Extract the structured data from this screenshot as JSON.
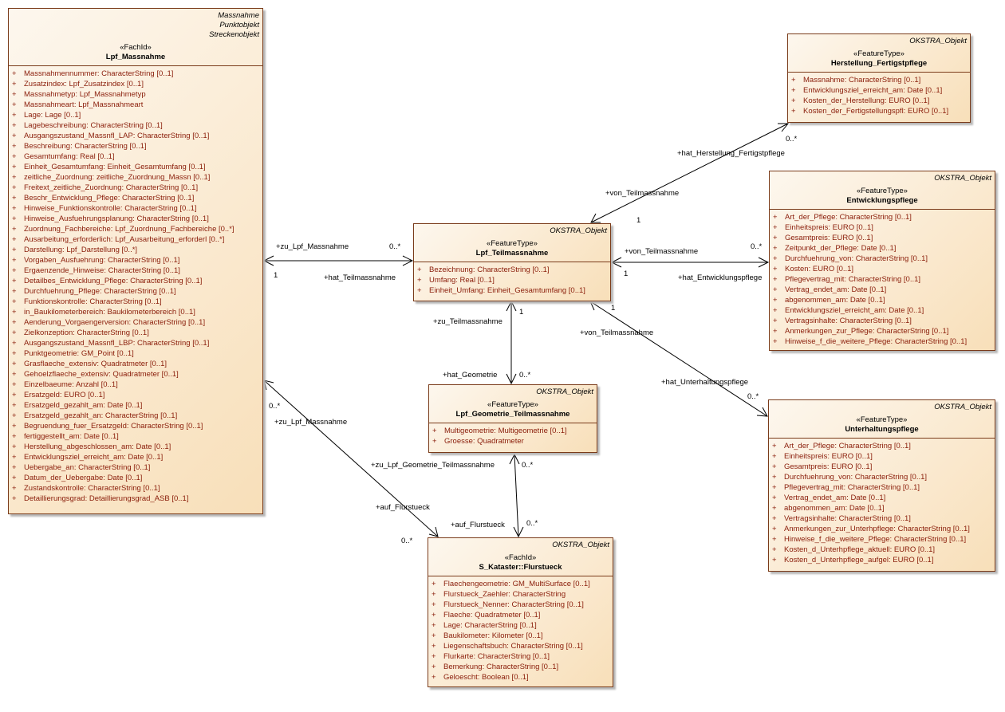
{
  "classes": {
    "massnahme": {
      "top_labels": [
        "Massnahme",
        "Punktobjekt",
        "Streckenobjekt"
      ],
      "stereotype": "«FachId»",
      "name": "Lpf_Massnahme",
      "attributes": [
        "Massnahmennummer: CharacterString [0..1]",
        "Zusatzindex: Lpf_Zusatzindex [0..1]",
        "Massnahmetyp: Lpf_Massnahmetyp",
        "Massnahmeart: Lpf_Massnahmeart",
        "Lage: Lage [0..1]",
        "Lagebeschreibung: CharacterString [0..1]",
        "Ausgangszustand_Massnfl_LAP: CharacterString [0..1]",
        "Beschreibung: CharacterString [0..1]",
        "Gesamtumfang: Real [0..1]",
        "Einheit_Gesamtumfang: Einheit_Gesamtumfang [0..1]",
        "zeitliche_Zuordnung: zeitliche_Zuordnung_Massn [0..1]",
        "Freitext_zeitliche_Zuordnung: CharacterString [0..1]",
        "Beschr_Entwicklung_Pflege: CharacterString [0..1]",
        "Hinweise_Funktionskontrolle: CharacterString [0..1]",
        "Hinweise_Ausfuehrungsplanung: CharacterString [0..1]",
        "Zuordnung_Fachbereiche: Lpf_Zuordnung_Fachbereiche [0..*]",
        "Ausarbeitung_erforderlich: Lpf_Ausarbeitung_erforderl [0..*]",
        "Darstellung: Lpf_Darstellung [0..*]",
        "Vorgaben_Ausfuehrung: CharacterString [0..1]",
        "Ergaenzende_Hinweise: CharacterString [0..1]",
        "Detailbes_Entwicklung_Pflege: CharacterString [0..1]",
        "Durchfuehrung_Pflege: CharacterString [0..1]",
        "Funktionskontrolle: CharacterString [0..1]",
        "in_Baukilometerbereich: Baukilometerbereich [0..1]",
        "Aenderung_Vorgaengerversion: CharacterString [0..1]",
        "Zielkonzeption: CharacterString [0..1]",
        "Ausgangszustand_Massnfl_LBP: CharacterString [0..1]",
        "Punktgeometrie: GM_Point [0..1]",
        "Grasflaeche_extensiv: Quadratmeter [0..1]",
        "Gehoelzflaeche_extensiv: Quadratmeter [0..1]",
        "Einzelbaeume: Anzahl [0..1]",
        "Ersatzgeld: EURO [0..1]",
        "Ersatzgeld_gezahlt_am: Date [0..1]",
        "Ersatzgeld_gezahlt_an: CharacterString [0..1]",
        "Begruendung_fuer_Ersatzgeld: CharacterString [0..1]",
        "fertiggestellt_am: Date [0..1]",
        "Herstellung_abgeschlossen_am: Date [0..1]",
        "Entwicklungsziel_erreicht_am: Date [0..1]",
        "Uebergabe_an: CharacterString [0..1]",
        "Datum_der_Uebergabe: Date [0..1]",
        "Zustandskontrolle: CharacterString [0..1]",
        "Detaillierungsgrad: Detaillierungsgrad_ASB [0..1]"
      ]
    },
    "teilmassnahme": {
      "top_labels": [
        "OKSTRA_Objekt"
      ],
      "stereotype": "«FeatureType»",
      "name": "Lpf_Teilmassnahme",
      "attributes": [
        "Bezeichnung: CharacterString [0..1]",
        "Umfang: Real [0..1]",
        "Einheit_Umfang: Einheit_Gesamtumfang [0..1]"
      ]
    },
    "geometrie": {
      "top_labels": [
        "OKSTRA_Objekt"
      ],
      "stereotype": "«FeatureType»",
      "name": "Lpf_Geometrie_Teilmassnahme",
      "attributes": [
        "Multigeometrie: Multigeometrie [0..1]",
        "Groesse: Quadratmeter"
      ]
    },
    "flurstueck": {
      "top_labels": [
        "OKSTRA_Objekt"
      ],
      "stereotype": "«FachId»",
      "name": "S_Kataster::Flurstueck",
      "attributes": [
        "Flaechengeometrie: GM_MultiSurface [0..1]",
        "Flurstueck_Zaehler: CharacterString",
        "Flurstueck_Nenner: CharacterString [0..1]",
        "Flaeche: Quadratmeter [0..1]",
        "Lage: CharacterString [0..1]",
        "Baukilometer: Kilometer [0..1]",
        "Liegenschaftsbuch: CharacterString [0..1]",
        "Flurkarte: CharacterString [0..1]",
        "Bemerkung: CharacterString [0..1]",
        "Geloescht: Boolean [0..1]"
      ]
    },
    "herstellung": {
      "top_labels": [
        "OKSTRA_Objekt"
      ],
      "stereotype": "«FeatureType»",
      "name": "Herstellung_Fertigstpflege",
      "attributes": [
        "Massnahme: CharacterString [0..1]",
        "Entwicklungsziel_erreicht_am: Date [0..1]",
        "Kosten_der_Herstellung: EURO [0..1]",
        "Kosten_der_Fertigstellungspfl: EURO [0..1]"
      ]
    },
    "entwicklung": {
      "top_labels": [
        "OKSTRA_Objekt"
      ],
      "stereotype": "«FeatureType»",
      "name": "Entwicklungspflege",
      "attributes": [
        "Art_der_Pflege: CharacterString [0..1]",
        "Einheitspreis: EURO [0..1]",
        "Gesamtpreis: EURO [0..1]",
        "Zeitpunkt_der_Pflege: Date [0..1]",
        "Durchfuehrung_von: CharacterString [0..1]",
        "Kosten: EURO [0..1]",
        "Pflegevertrag_mit: CharacterString [0..1]",
        "Vertrag_endet_am: Date [0..1]",
        "abgenommen_am: Date [0..1]",
        "Entwicklungsziel_erreicht_am: Date [0..1]",
        "Vertragsinhalte: CharacterString [0..1]",
        "Anmerkungen_zur_Pflege: CharacterString [0..1]",
        "Hinweise_f_die_weitere_Pflege: CharacterString [0..1]"
      ]
    },
    "unterhaltung": {
      "top_labels": [
        "OKSTRA_Objekt"
      ],
      "stereotype": "«FeatureType»",
      "name": "Unterhaltungspflege",
      "attributes": [
        "Art_der_Pflege: CharacterString [0..1]",
        "Einheitspreis: EURO [0..1]",
        "Gesamtpreis: EURO [0..1]",
        "Durchfuehrung_von: CharacterString [0..1]",
        "Pflegevertrag_mit: CharacterString [0..1]",
        "Vertrag_endet_am: Date [0..1]",
        "abgenommen_am: Date [0..1]",
        "Vertragsinhalte: CharacterString [0..1]",
        "Anmerkungen_zur_Unterhpflege: CharacterString [0..1]",
        "Hinweise_f_die_weitere_Pflege: CharacterString [0..1]",
        "Kosten_d_Unterhpflege_aktuell: EURO [0..1]",
        "Kosten_d_Unterhpflege_aufgel: EURO [0..1]"
      ]
    }
  },
  "visibility_marker": "+",
  "association_labels": {
    "zu_lpf_massnahme_top": "+zu_Lpf_Massnahme",
    "mult_0n_teil_top": "0..*",
    "mult_1_massn_top": "1",
    "hat_teilmassnahme": "+hat_Teilmassnahme",
    "hat_herstellung": "+hat_Herstellung_Fertigstpflege",
    "mult_0n_herstellung": "0..*",
    "von_teilmassnahme_herst": "+von_Teilmassnahme",
    "mult_1_herst": "1",
    "von_teilmassnahme_entw": "+von_Teilmassnahme",
    "mult_0n_entw": "0..*",
    "mult_1_entw": "1",
    "hat_entwicklungspflege": "+hat_Entwicklungspflege",
    "mult_1_unterh": "1",
    "von_teilmassnahme_unterh": "+von_Teilmassnahme",
    "hat_unterhaltungspflege": "+hat_Unterhaltungspflege",
    "mult_0n_unterh": "0..*",
    "zu_teilmassnahme": "+zu_Teilmassnahme",
    "mult_1_geom": "1",
    "hat_geometrie": "+hat_Geometrie",
    "mult_0n_geom": "0..*",
    "mult_0n_massn_flur": "0..*",
    "zu_lpf_massnahme_flur": "+zu_Lpf_Massnahme",
    "zu_lpf_geometrie": "+zu_Lpf_Geometrie_Teilmassnahme",
    "mult_0n_geom_flur": "0..*",
    "auf_flurstueck_left": "+auf_Flurstueck",
    "mult_0n_flur_left": "0..*",
    "auf_flurstueck_right": "+auf_Flurstueck",
    "mult_0n_flur_right": "0..*"
  }
}
